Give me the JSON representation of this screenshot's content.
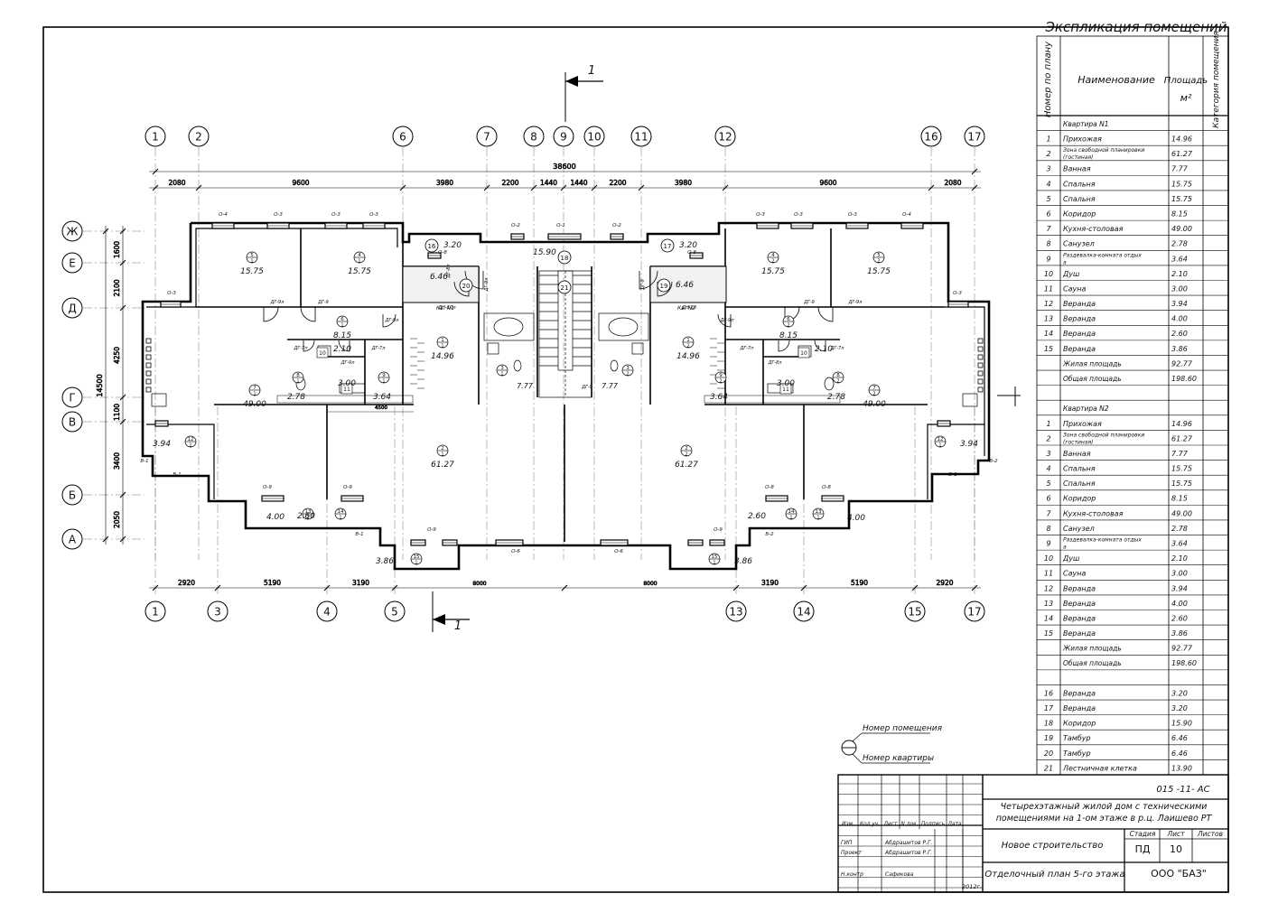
{
  "explication": {
    "title": "Экспликация помещений",
    "headers": {
      "num": "Номер по плану",
      "name": "Наименование",
      "area": "Площадь",
      "area_unit": "м²",
      "category": "Категория помещения"
    },
    "apt1_title": "Квартира N1",
    "apt2_title": "Квартира N2",
    "apt_rooms": [
      {
        "n": "1",
        "name": "Прихожая",
        "area": "14.96"
      },
      {
        "n": "2",
        "name": "Зона свободной планировки (гостиная)",
        "area": "61.27"
      },
      {
        "n": "3",
        "name": "Ванная",
        "area": "7.77"
      },
      {
        "n": "4",
        "name": "Спальня",
        "area": "15.75"
      },
      {
        "n": "5",
        "name": "Спальня",
        "area": "15.75"
      },
      {
        "n": "6",
        "name": "Коридор",
        "area": "8.15"
      },
      {
        "n": "7",
        "name": "Кухня-столовая",
        "area": "49.00"
      },
      {
        "n": "8",
        "name": "Санузел",
        "area": "2.78"
      },
      {
        "n": "9",
        "name": "Раздевалка-комната отдыха",
        "area": "3.64"
      },
      {
        "n": "10",
        "name": "Душ",
        "area": "2.10"
      },
      {
        "n": "11",
        "name": "Сауна",
        "area": "3.00"
      },
      {
        "n": "12",
        "name": "Веранда",
        "area": "3.94"
      },
      {
        "n": "13",
        "name": "Веранда",
        "area": "4.00"
      },
      {
        "n": "14",
        "name": "Веранда",
        "area": "2.60"
      },
      {
        "n": "15",
        "name": "Веранда",
        "area": "3.86"
      }
    ],
    "living_label": "Жилая площадь",
    "living_area": "92.77",
    "total_label": "Общая площадь",
    "total_area": "198.60",
    "common_rooms": [
      {
        "n": "16",
        "name": "Веранда",
        "area": "3.20"
      },
      {
        "n": "17",
        "name": "Веранда",
        "area": "3.20"
      },
      {
        "n": "18",
        "name": "Коридор",
        "area": "15.90"
      },
      {
        "n": "19",
        "name": "Тамбур",
        "area": "6.46"
      },
      {
        "n": "20",
        "name": "Тамбур",
        "area": "6.46"
      },
      {
        "n": "21",
        "name": "Лестничная клетка",
        "area": "13.90"
      }
    ]
  },
  "title_block": {
    "code": "015 -11- АС",
    "object_name": "Четырехэтажный жилой дом с техническими помещениями на 1-ом этаже в р.ц. Лаишево РТ",
    "col_headers": [
      "Изм.",
      "Кол.уч.",
      "Лист",
      "N док.",
      "Подпись",
      "Дата"
    ],
    "stage_header": "Стадия",
    "sheet_header": "Лист",
    "sheets_header": "Листов",
    "construction": "Новое строительство",
    "stage": "ПД",
    "sheet": "10",
    "drawing_name": "Отделочный план 5-го этажа",
    "company": "ООО \"БАЗ\"",
    "staff": [
      {
        "role": "ГИП",
        "name": "Абдрашитов Р.Г."
      },
      {
        "role": "Проект",
        "name": "Абдрашитов Р.Г."
      },
      {
        "role": "Н.контр",
        "name": "Сафикова"
      }
    ],
    "year": "2012г."
  },
  "legend": {
    "room_number": "Номер помещения",
    "apartment_number": "Номер квартиры"
  },
  "plan": {
    "top_axes": [
      "1",
      "2",
      "6",
      "7",
      "8",
      "9",
      "10",
      "11",
      "12",
      "16",
      "17"
    ],
    "bottom_axes": [
      "1",
      "3",
      "4",
      "5",
      "13",
      "14",
      "15",
      "17"
    ],
    "row_axes": [
      "Ж",
      "Е",
      "Д",
      "Г",
      "В",
      "Б",
      "А"
    ],
    "overall_dim": "38600",
    "top_dims": [
      "2080",
      "9600",
      "3980",
      "2200",
      "1440",
      "1440",
      "2200",
      "3980",
      "9600",
      "2080"
    ],
    "bottom_dims": [
      "2920",
      "5190",
      "3190",
      "8000",
      "8000",
      "3190",
      "5190",
      "2920"
    ],
    "left_dims": [
      "1600",
      "2100",
      "4250",
      "1100",
      "3400",
      "2050"
    ],
    "left_total": "14500",
    "inner_dim": "4500",
    "section_mark": "1",
    "rooms": [
      {
        "num": "5",
        "apt": "1",
        "area": "15.75"
      },
      {
        "num": "4",
        "apt": "1",
        "area": "15.75"
      },
      {
        "num": "6",
        "apt": "1",
        "area": "8.15"
      },
      {
        "num": "1",
        "apt": "1",
        "area": "14.96"
      },
      {
        "num": "7",
        "apt": "1",
        "area": "49.00"
      },
      {
        "num": "2",
        "apt": "1",
        "area": "61.27"
      },
      {
        "num": "8",
        "apt": "1",
        "area": "2.78"
      },
      {
        "num": "9",
        "apt": "1",
        "area": "3.64"
      },
      {
        "num": "3",
        "apt": "1",
        "area": "7.77"
      },
      {
        "num": "4",
        "apt": "2",
        "area": "15.75"
      },
      {
        "num": "5",
        "apt": "2",
        "area": "15.75"
      },
      {
        "num": "6",
        "apt": "2",
        "area": "8.15"
      },
      {
        "num": "1",
        "apt": "2",
        "area": "14.96"
      },
      {
        "num": "7",
        "apt": "2",
        "area": "49.00"
      },
      {
        "num": "2",
        "apt": "2",
        "area": "61.27"
      },
      {
        "num": "9",
        "apt": "2",
        "area": "3.64"
      },
      {
        "num": "8",
        "apt": "2",
        "area": "2.78"
      },
      {
        "num": "3",
        "apt": "2",
        "area": "7.77"
      }
    ],
    "circle_rooms": [
      {
        "num": "16",
        "area": "3.20"
      },
      {
        "num": "17",
        "area": "3.20"
      },
      {
        "num": "18",
        "area": "15.90"
      },
      {
        "num": "20",
        "area": "6.46"
      },
      {
        "num": "19",
        "area": "6.46"
      },
      {
        "num": "21",
        "area": ""
      }
    ],
    "veranda_rooms": [
      {
        "num": "12",
        "area": "3.94"
      },
      {
        "num": "13",
        "area": "4.00"
      },
      {
        "num": "14",
        "area": "2.60"
      },
      {
        "num": "15",
        "area": "3.86"
      },
      {
        "num": "12",
        "area": "3.94"
      },
      {
        "num": "13",
        "area": "4.00"
      },
      {
        "num": "14",
        "area": "2.60"
      },
      {
        "num": "15",
        "area": "3.86"
      }
    ],
    "small_rooms": [
      {
        "num": "10",
        "area": "2.10"
      },
      {
        "num": "11",
        "area": "3.00"
      },
      {
        "num": "10",
        "area": "2.10"
      },
      {
        "num": "11",
        "area": "3.00"
      }
    ],
    "window_marks": [
      "О-4",
      "О-3",
      "О-3",
      "О-3",
      "О-2",
      "О-1",
      "О-2",
      "О-3",
      "О-3",
      "О-3",
      "О-4",
      "О-3",
      "О-3",
      "О-8",
      "О-8",
      "О-9",
      "О-9",
      "О-8",
      "О-8",
      "О-9",
      "О-9",
      "О-6",
      "О-6",
      "В-1",
      "В-2",
      "В-1",
      "В-2",
      "В-1",
      "В-1"
    ],
    "door_marks": [
      "ДГ-9л",
      "ДГ-9",
      "ДГ-9л",
      "ДГ-7п",
      "ДГ-7л",
      "ДГ-8п",
      "ДГ-9л",
      "ДГ-9",
      "ДН-10л",
      "ДН-10",
      "ДГ-9п",
      "ДГ-9",
      "ДГ-9л",
      "ДГ-7п",
      "ДГ-7л",
      "ДГ-8л",
      "ДГ-9л",
      "ДГ-9"
    ],
    "stair_labels": [
      "Кв. N1",
      "Кв. N2"
    ]
  }
}
